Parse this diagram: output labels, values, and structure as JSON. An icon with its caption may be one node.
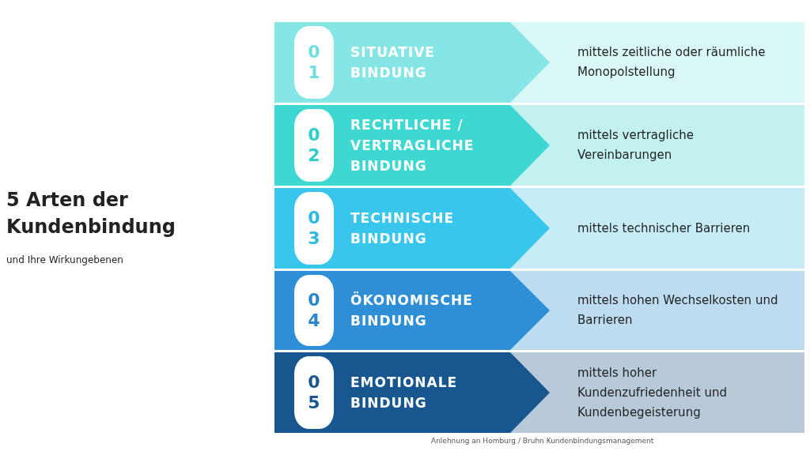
{
  "diagram": {
    "title": "5 Arten der Kundenbindung",
    "caption": "Anlehnung an Homburg / Bruhn Kundenbindungsmanagement",
    "nodes": [
      {
        "text": [
          "01",
          "SITUATIVE BINDUNG"
        ]
      },
      {
        "text": [
          "mittels zeitliche oder räumliche Monopolstellung"
        ]
      },
      {
        "text": [
          "02",
          "RECHTLICHE / VERTRAGLICHE BINDUNG"
        ]
      },
      {
        "text": [
          "mittels vertragliche Vereinbarungen"
        ]
      },
      {
        "text": [
          "03",
          "TECHNISCHE BINDUNG"
        ]
      },
      {
        "text": [
          "mittels technischer Barrieren"
        ]
      },
      {
        "text": [
          "04",
          "ÖKONOMISCHE BINDUNG"
        ]
      },
      {
        "text": [
          "mittels hohen Wechselkosten und Barrieren"
        ]
      },
      {
        "text": [
          "05",
          "EMOTIONALE BINDUNG"
        ]
      },
      {
        "text": [
          "mittels hoher Kundenzufriedenheit und Kundenbegeisterung"
        ]
      }
    ],
    "labels": [
      "und Ihre Wirkungebenen"
    ]
  }
}
